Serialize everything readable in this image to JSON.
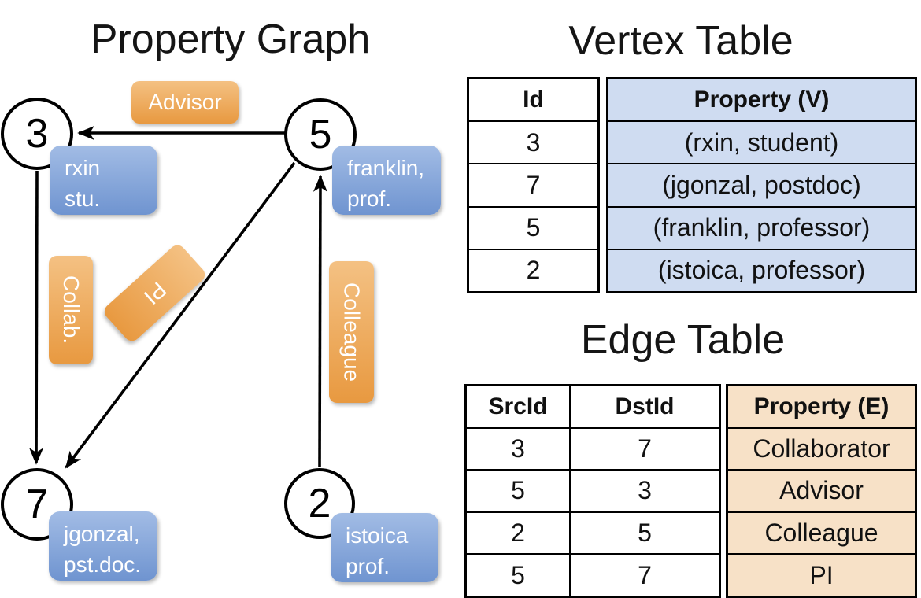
{
  "titles": {
    "graph": "Property Graph",
    "vertex": "Vertex Table",
    "edge": "Edge Table"
  },
  "graph": {
    "nodes": [
      {
        "id": "3"
      },
      {
        "id": "5"
      },
      {
        "id": "7"
      },
      {
        "id": "2"
      }
    ],
    "vertex_labels": [
      {
        "line1": "rxin",
        "line2": "stu."
      },
      {
        "line1": "franklin,",
        "line2": "prof."
      },
      {
        "line1": "jgonzal,",
        "line2": "pst.doc."
      },
      {
        "line1": "istoica",
        "line2": "prof."
      }
    ],
    "edge_labels": [
      {
        "text": "Advisor"
      },
      {
        "text": "Collab."
      },
      {
        "text": "PI"
      },
      {
        "text": "Colleague"
      }
    ]
  },
  "vertex_table": {
    "headers": {
      "id": "Id",
      "property": "Property (V)"
    },
    "rows": [
      {
        "id": "3",
        "property": "(rxin, student)"
      },
      {
        "id": "7",
        "property": "(jgonzal, postdoc)"
      },
      {
        "id": "5",
        "property": "(franklin, professor)"
      },
      {
        "id": "2",
        "property": "(istoica, professor)"
      }
    ]
  },
  "edge_table": {
    "headers": {
      "src": "SrcId",
      "dst": "DstId",
      "property": "Property (E)"
    },
    "rows": [
      {
        "src": "3",
        "dst": "7",
        "property": "Collaborator"
      },
      {
        "src": "5",
        "dst": "3",
        "property": "Advisor"
      },
      {
        "src": "2",
        "dst": "5",
        "property": "Colleague"
      },
      {
        "src": "5",
        "dst": "7",
        "property": "PI"
      }
    ]
  },
  "colors": {
    "edge_label_orange_top": "#f4c183",
    "edge_label_orange_bottom": "#e89940",
    "vertex_label_blue_top": "#a2bce5",
    "vertex_label_blue_bottom": "#6f94d0",
    "vertex_table_property_bg": "#cfdcf1",
    "edge_table_property_bg": "#f7e1c7",
    "line_color": "#000000",
    "text_on_labels": "#ffffff"
  }
}
